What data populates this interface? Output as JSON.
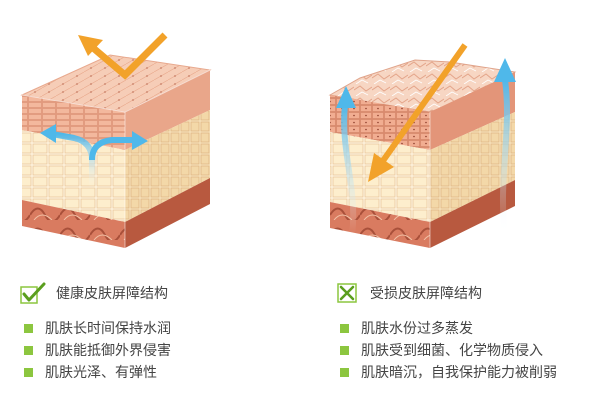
{
  "healthy": {
    "caption": "健康皮肤屏障结构",
    "items": [
      "肌肤长时间保持水润",
      "肌肤能抵御外界侵害",
      "肌肤光泽、有弹性"
    ]
  },
  "damaged": {
    "caption": "受损皮肤屏障结构",
    "items": [
      "肌肤水份过多蒸发",
      "肌肤受到细菌、化学物质侵入",
      "肌肤暗沉，自我保护能力被削弱"
    ]
  },
  "colors": {
    "accent_green": "#8cc63f",
    "bullet_green": "#8cc63f",
    "checkmark": "#5a9e1e",
    "arrow_orange": "#f2a22a",
    "arrow_blue": "#5bbde8",
    "surface": "#f4c9b4",
    "epidermis": "#eeaa8e",
    "cell_layer": "#fdf1d9",
    "dermis": "#c66a52"
  },
  "icons": {
    "healthy_mark": "checkmark-icon",
    "damaged_mark": "x-icon"
  }
}
